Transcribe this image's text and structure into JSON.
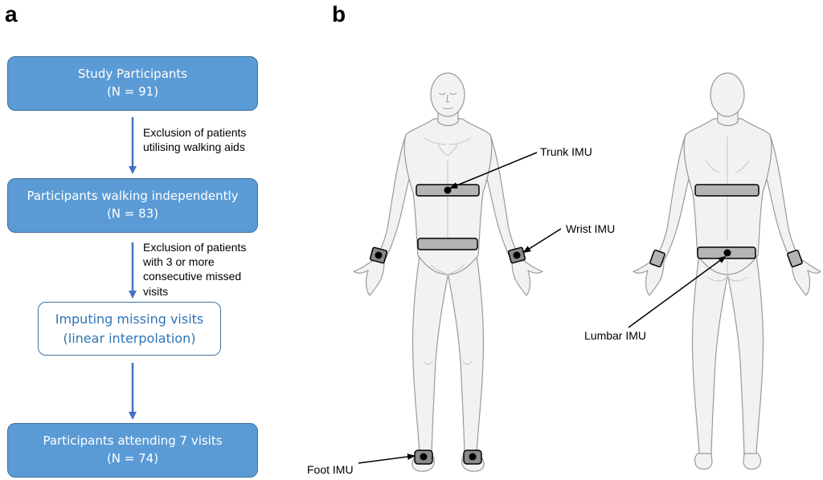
{
  "panels": {
    "a": "a",
    "b": "b"
  },
  "flowchart": {
    "box1": {
      "title": "Study Participants",
      "count": "(N = 91)"
    },
    "step1_note": [
      "Exclusion of patients",
      "utilising walking aids"
    ],
    "box2": {
      "title": "Participants walking independently",
      "count": "(N = 83)"
    },
    "step2_note": [
      "Exclusion of patients",
      "with 3 or more",
      "consecutive missed",
      "visits"
    ],
    "box3": {
      "line1": "Imputing missing visits",
      "line2": "(linear interpolation)"
    },
    "box4": {
      "title": "Participants attending 7 visits",
      "count": "(N = 74)"
    }
  },
  "sensors": {
    "trunk": "Trunk IMU",
    "wrist": "Wrist IMU",
    "lumbar": "Lumbar IMU",
    "foot": "Foot IMU"
  },
  "colors": {
    "box_fill": "#5b9bd5",
    "box_border": "#41719c",
    "arrow": "#4472c4",
    "body_fill": "#f2f2f2",
    "body_outline": "#9a9a9a",
    "sensor_band": "#b4b4b4"
  }
}
